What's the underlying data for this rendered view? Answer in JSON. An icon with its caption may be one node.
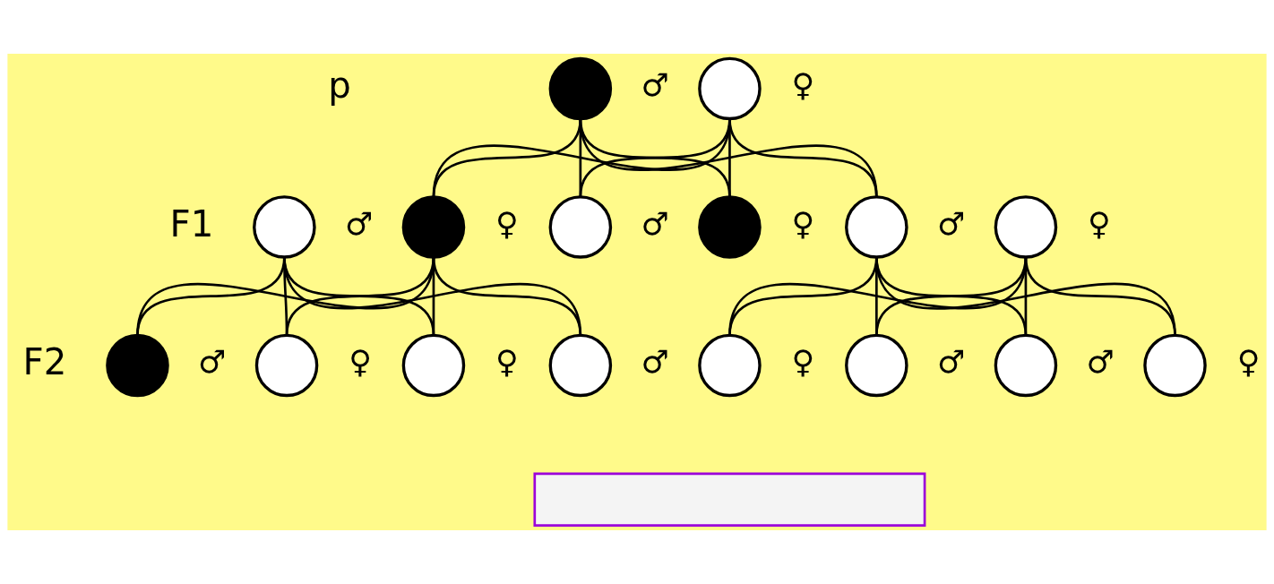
{
  "diagram": {
    "nodes": [
      {
        "text": [],
        "shape": "circle",
        "beside": [
          "♂"
        ]
      },
      {
        "text": [],
        "shape": "circle",
        "beside": [
          "♀"
        ]
      },
      {
        "text": [],
        "shape": "circle",
        "beside": [
          "♂"
        ]
      },
      {
        "text": [],
        "shape": "circle",
        "beside": [
          "♀"
        ]
      },
      {
        "text": [],
        "shape": "circle",
        "beside": [
          "♂"
        ]
      },
      {
        "text": [],
        "shape": "circle",
        "beside": [
          "♀"
        ]
      },
      {
        "text": [],
        "shape": "circle",
        "beside": [
          "♂"
        ]
      },
      {
        "text": [],
        "shape": "circle",
        "beside": [
          "♀"
        ]
      },
      {
        "text": [],
        "shape": "circle",
        "beside": [
          "♂"
        ]
      },
      {
        "text": [],
        "shape": "circle",
        "beside": [
          "♀"
        ]
      },
      {
        "text": [],
        "shape": "circle",
        "beside": [
          "♀"
        ]
      },
      {
        "text": [],
        "shape": "circle",
        "beside": [
          "♂"
        ]
      },
      {
        "text": [],
        "shape": "circle",
        "beside": [
          "♀"
        ]
      },
      {
        "text": [],
        "shape": "circle",
        "beside": [
          "♂"
        ]
      },
      {
        "text": [],
        "shape": "circle",
        "beside": [
          "♂"
        ]
      },
      {
        "text": [],
        "shape": "circle",
        "beside": [
          "♀"
        ]
      },
      {
        "text": [],
        "shape": "box"
      }
    ],
    "edges": [
      {
        "from": 0,
        "to": 3,
        "arrow": "none"
      },
      {
        "from": 0,
        "to": 4,
        "arrow": "none"
      },
      {
        "from": 0,
        "to": 5,
        "arrow": "none"
      },
      {
        "from": 0,
        "to": 6,
        "arrow": "none"
      },
      {
        "from": 1,
        "to": 3,
        "arrow": "none"
      },
      {
        "from": 1,
        "to": 4,
        "arrow": "none"
      },
      {
        "from": 1,
        "to": 5,
        "arrow": "none"
      },
      {
        "from": 1,
        "to": 6,
        "arrow": "none"
      },
      {
        "from": 2,
        "to": 8,
        "arrow": "none"
      },
      {
        "from": 2,
        "to": 9,
        "arrow": "none"
      },
      {
        "from": 2,
        "to": 10,
        "arrow": "none"
      },
      {
        "from": 2,
        "to": 11,
        "arrow": "none"
      },
      {
        "from": 3,
        "to": 8,
        "arrow": "none"
      },
      {
        "from": 3,
        "to": 9,
        "arrow": "none"
      },
      {
        "from": 3,
        "to": 10,
        "arrow": "none"
      },
      {
        "from": 3,
        "to": 11,
        "arrow": "none"
      },
      {
        "from": 6,
        "to": 12,
        "arrow": "none"
      },
      {
        "from": 6,
        "to": 13,
        "arrow": "none"
      },
      {
        "from": 6,
        "to": 14,
        "arrow": "none"
      },
      {
        "from": 6,
        "to": 15,
        "arrow": "none"
      },
      {
        "from": 7,
        "to": 12,
        "arrow": "none"
      },
      {
        "from": 7,
        "to": 13,
        "arrow": "none"
      },
      {
        "from": 7,
        "to": 14,
        "arrow": "none"
      },
      {
        "from": 7,
        "to": 15,
        "arrow": "none"
      }
    ],
    "labels": [
      "p",
      "F1",
      "F2"
    ]
  }
}
